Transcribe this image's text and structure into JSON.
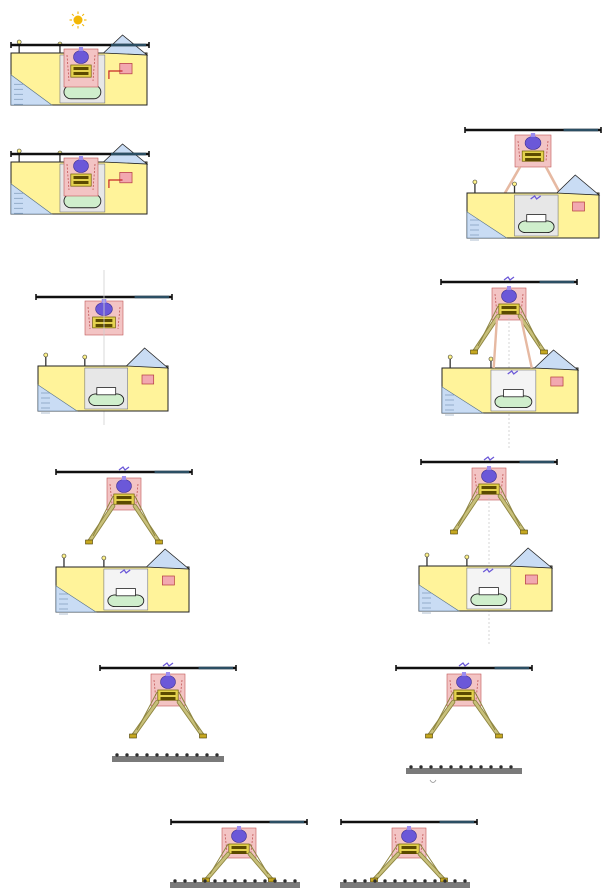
{
  "title": "",
  "colors": {
    "bar": "#101010",
    "bar_accent": "#2b4e63",
    "pink": "#f3c4c4",
    "pink_dark": "#c05757",
    "yellow": "#fff39a",
    "yellow_dark": "#e4d24e",
    "gold": "#c6a822",
    "leg": "#c8c07a",
    "leg_edge": "#8e8540",
    "purple": "#6b58d8",
    "blue_panel": "#c9dcf4",
    "grey_bay": "#e7e7e7",
    "green_rover": "#cfeecc",
    "red_line": "#c62828",
    "ground": "#7a7a7a",
    "sun": "#f2b705",
    "hose": "#d9d9d9"
  },
  "sequence": [
    {
      "id": "stage-1",
      "state": "stowed-in-backshell",
      "sun": true
    },
    {
      "id": "stage-2",
      "state": "stowed-in-backshell"
    },
    {
      "id": "stage-3",
      "state": "separation-from-backshell"
    },
    {
      "id": "stage-4",
      "state": "descent-stage-lowered"
    },
    {
      "id": "stage-5",
      "state": "legs-deployed-above-backshell"
    },
    {
      "id": "stage-6",
      "state": "descending-on-tether"
    },
    {
      "id": "stage-7",
      "state": "legs-deployed-over-backshell"
    },
    {
      "id": "stage-8",
      "state": "lander-near-ground"
    },
    {
      "id": "stage-9",
      "state": "lander-near-ground-dust"
    },
    {
      "id": "stage-10",
      "state": "touchdown"
    },
    {
      "id": "stage-11",
      "state": "landed"
    }
  ]
}
